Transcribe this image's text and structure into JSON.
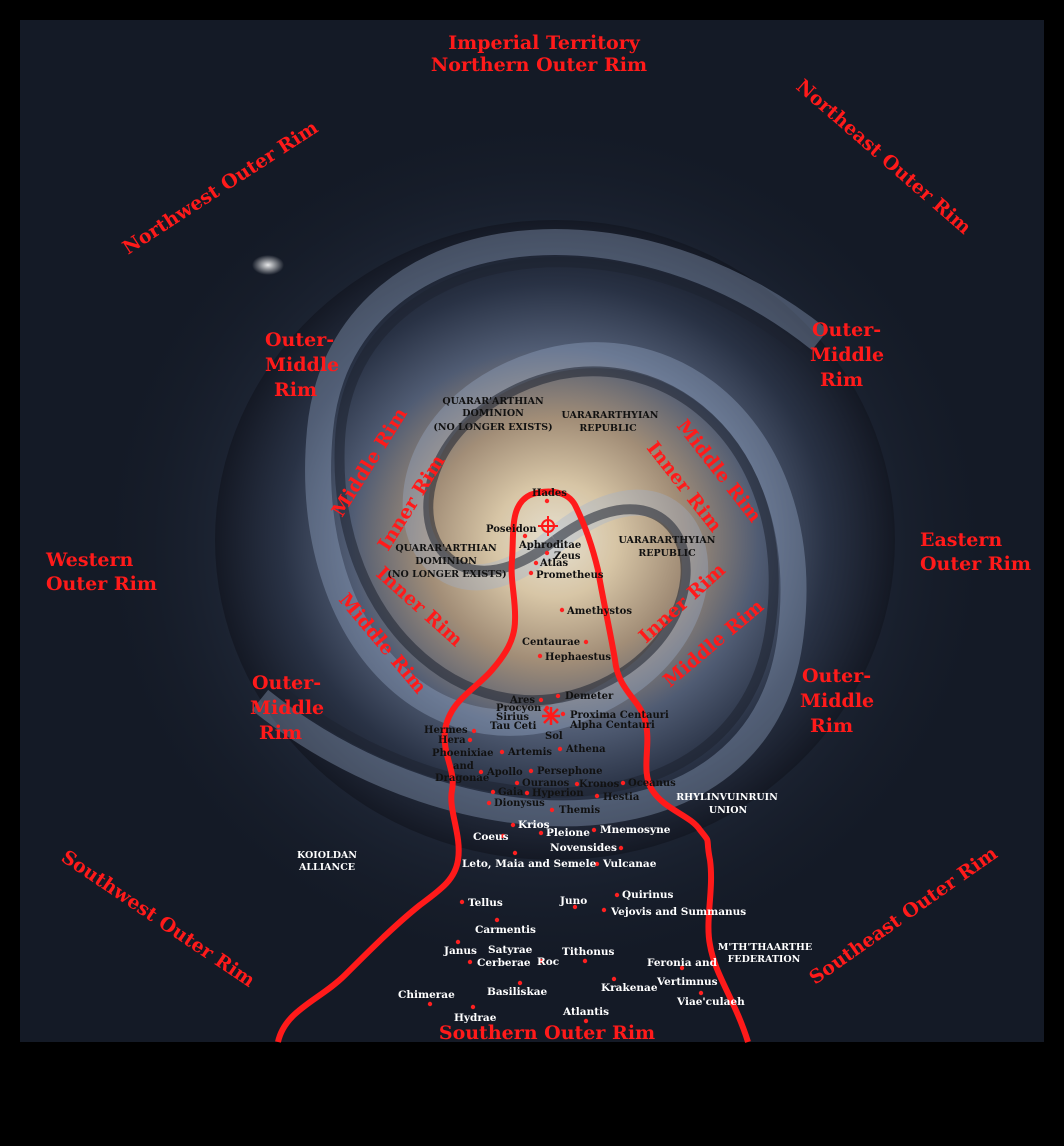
{
  "regions": {
    "north": [
      "Imperial Territory",
      "Northern Outer Rim"
    ],
    "northwest": "Northwest Outer Rim",
    "northeast": "Northeast Outer Rim",
    "west": [
      "Western",
      "Outer Rim"
    ],
    "east": [
      "Eastern",
      "Outer Rim"
    ],
    "southwest": "Southwest Outer Rim",
    "southeast": "Southeast Outer Rim",
    "south": "Southern Outer Rim",
    "outer_middle_nw": [
      "Outer-",
      "Middle",
      "Rim"
    ],
    "outer_middle_ne": [
      "Outer-",
      "Middle",
      "Rim"
    ],
    "outer_middle_sw": [
      "Outer-",
      "Middle",
      "Rim"
    ],
    "outer_middle_se": [
      "Outer-",
      "Middle",
      "Rim"
    ],
    "middle_rim": "Middle Rim",
    "inner_rim": "Inner Rim"
  },
  "polities": {
    "quarar_north": [
      "QUARAR'ARTHIAN",
      "DOMINION",
      "(NO LONGER EXISTS)"
    ],
    "uarar_north": [
      "UARARARTHYIAN",
      "REPUBLIC"
    ],
    "quarar_core": [
      "QUARAR'ARTHIAN",
      "DOMINION",
      "(NO LONGER EXISTS)"
    ],
    "uarar_core": [
      "UARARARTHYIAN",
      "REPUBLIC"
    ],
    "koioldan": [
      "KOIOLDAN",
      "ALLIANCE"
    ],
    "rhylin": [
      "RHYLINVUINRUIN",
      "UNION"
    ],
    "mththaar": [
      "M'TH'THAARTHE",
      "FEDERATION"
    ]
  },
  "systems": {
    "hades": "Hades",
    "poseidon": "Poseidon",
    "aphroditae": "Aphroditae",
    "zeus": "Zeus",
    "atlas": "Atlas",
    "prometheus": "Prometheus",
    "amethystos": "Amethystos",
    "centaurae": "Centaurae",
    "hephaestus": "Hephaestus",
    "ares": "Ares",
    "demeter": "Demeter",
    "procyon": "Procyon",
    "sirius": "Sirius",
    "tau_ceti": "Tau Ceti",
    "proxima": "Proxima Centauri",
    "alpha": "Alpha Centauri",
    "sol": "Sol",
    "hermes": "Hermes",
    "hera": "Hera",
    "phoenixiae": "Phoenixiae",
    "and": "and",
    "dragonae": "Dragonae",
    "artemis": "Artemis",
    "athena": "Athena",
    "apollo": "Apollo",
    "persephone": "Persephone",
    "ouranos": "Ouranos",
    "kronos": "Kronos",
    "oceanus": "Oceanus",
    "gaia": "Gaia",
    "hyperion": "Hyperion",
    "hestia": "Hestia",
    "dionysus": "Dionysus",
    "themis": "Themis",
    "krios": "Krios",
    "coeus": "Coeus",
    "pleione": "Pleione",
    "mnemosyne": "Mnemosyne",
    "novensides": "Novensides",
    "leto": "Leto, Maia and Semele",
    "vulcanae": "Vulcanae",
    "tellus": "Tellus",
    "juno": "Juno",
    "quirinus": "Quirinus",
    "vejovis": "Vejovis and Summanus",
    "carmentis": "Carmentis",
    "janus": "Janus",
    "satyrae": "Satyrae",
    "cerberae": "Cerberae",
    "roc": "Roc",
    "tithonus": "Tithonus",
    "feronia": "Feronia and",
    "vertimnus": "Vertimnus",
    "viae": "Viae'culaeh",
    "chimerae": "Chimerae",
    "basiliskae": "Basiliskae",
    "krakenae": "Krakenae",
    "atlantis": "Atlantis",
    "hydrae": "Hydrae"
  },
  "colors": {
    "border": "#ff1a1a",
    "region_text": "#ff1a1a",
    "label_text": "#ffffff"
  }
}
